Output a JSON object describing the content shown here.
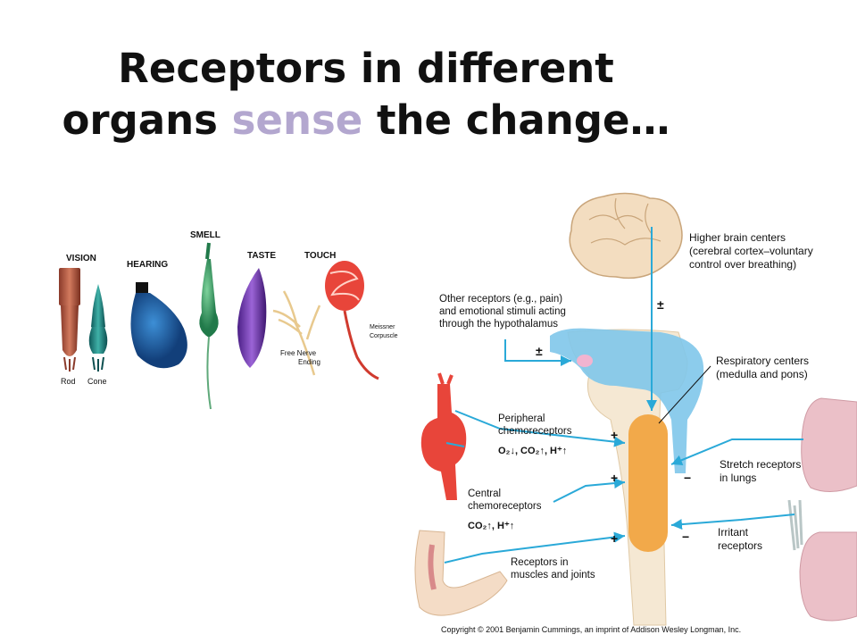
{
  "title": {
    "line1": "Receptors in different",
    "line2_pre": "organs ",
    "line2_highlight": "sense",
    "line2_post": " the change…"
  },
  "colors": {
    "highlight": "#b3a7cf",
    "arrow": "#2aa9d8",
    "center": "#f2a94a",
    "brainstem": "#f5e8d3",
    "lung": "#ebc0c8"
  },
  "receptors": {
    "vision": "VISION",
    "hearing": "HEARING",
    "smell": "SMELL",
    "taste": "TASTE",
    "touch": "TOUCH",
    "rod": "Rod",
    "cone": "Cone",
    "free_nerve_1": "Free Nerve",
    "free_nerve_2": "Ending",
    "meissner_1": "Meissner",
    "meissner_2": "Corpuscle"
  },
  "respiration": {
    "higher_1": "Higher brain centers",
    "higher_2": "(cerebral cortex–voluntary",
    "higher_3": "control over breathing)",
    "other_1": "Other receptors (e.g., pain)",
    "other_2": "and emotional stimuli acting",
    "other_3": "through the hypothalamus",
    "resp_1": "Respiratory centers",
    "resp_2": "(medulla and pons)",
    "periph_1": "Peripheral",
    "periph_2": "chemoreceptors",
    "periph_3": "O₂↓, CO₂↑, H⁺↑",
    "central_1": "Central",
    "central_2": "chemoreceptors",
    "central_3": "CO₂↑, H⁺↑",
    "stretch_1": "Stretch receptors",
    "stretch_2": "in lungs",
    "irritant_1": "Irritant",
    "irritant_2": "receptors",
    "muscle_1": "Receptors in",
    "muscle_2": "muscles and joints",
    "pm_higher": "±",
    "pm_other": "±",
    "plus_periph": "+",
    "plus_central": "+",
    "plus_muscle": "+",
    "minus_stretch": "−",
    "minus_irritant": "−",
    "copyright": "Copyright © 2001 Benjamin Cummings, an imprint of Addison Wesley Longman, Inc."
  }
}
